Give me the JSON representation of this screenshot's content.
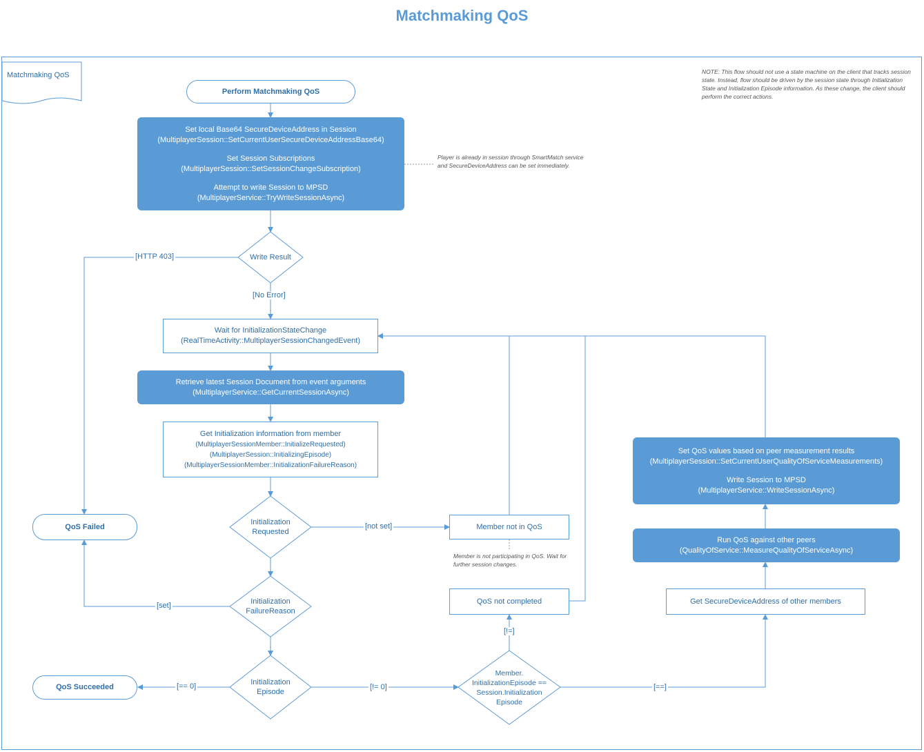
{
  "title": "Matchmaking QoS",
  "tag_label": "Matchmaking QoS",
  "note_top": "NOTE: This flow should not use a state machine on the client that tracks session state. Instead, flow should be driven by the session state through Initialization State and Initialization Episode information. As these change, the client should perform the correct actions.",
  "note_player": "Player is already in session through SmartMatch service and SecureDeviceAddress can be set immediately.",
  "note_member": "Member is not participating in QoS. Wait for further session changes.",
  "nodes": {
    "start": "Perform Matchmaking QoS",
    "set_local": {
      "l1": "Set local Base64 SecureDeviceAddress in Session",
      "l2": "(MultiplayerSession::SetCurrentUserSecureDeviceAddressBase64)",
      "l3": "Set Session Subscriptions",
      "l4": "(MultiplayerSession::SetSessionChangeSubscription)",
      "l5": "Attempt to write Session to MPSD",
      "l6": "(MultiplayerService::TryWriteSessionAsync)"
    },
    "write_result": "Write Result",
    "wait_init": {
      "l1": "Wait for InitializationStateChange",
      "l2": "(RealTimeActivity::MultiplayerSessionChangedEvent)"
    },
    "retrieve": {
      "l1": "Retrieve latest Session Document from event arguments",
      "l2": "(MultiplayerService::GetCurrentSessionAsync)"
    },
    "get_init": {
      "l1": "Get Initialization information from member",
      "l2": "(MultiplayerSessionMember::InitializeRequested)",
      "l3": "(MultiplayerSession::InitializingEpisode)",
      "l4": "(MultiplayerSessionMember::InitializationFailureReason)"
    },
    "init_requested": {
      "l1": "Initialization",
      "l2": "Requested"
    },
    "init_failure": {
      "l1": "Initialization",
      "l2": "FailureReason"
    },
    "init_episode": {
      "l1": "Initialization",
      "l2": "Episode"
    },
    "member_episode": {
      "l1": "Member.",
      "l2": "InitializationEpisode ==",
      "l3": "Session.Initialization",
      "l4": "Episode"
    },
    "qos_failed": "QoS Failed",
    "qos_succeeded": "QoS Succeeded",
    "member_not_in_qos": "Member not in QoS",
    "qos_not_completed": "QoS not completed",
    "get_sda": "Get SecureDeviceAddress of other members",
    "run_qos": {
      "l1": "Run QoS against other peers",
      "l2": "(QualityOfService::MeasureQualityOfServiceAsync)"
    },
    "set_qos": {
      "l1": "Set QoS values based on peer measurement results",
      "l2": "(MultiplayerSession::SetCurrentUserQualityOfServiceMeasurements)",
      "l3": "Write Session to MPSD",
      "l4": "(MultiplayerService::WriteSessionAsync)"
    }
  },
  "edges": {
    "http403": "[HTTP 403]",
    "no_error": "[No Error]",
    "not_set": "[not set]",
    "set": "[set]",
    "eq0": "[== 0]",
    "neq0": "[!= 0]",
    "neq": "[!=]",
    "eq": "[==]"
  },
  "colors": {
    "accent": "#5b9bd5",
    "text": "#2f6ea8"
  }
}
